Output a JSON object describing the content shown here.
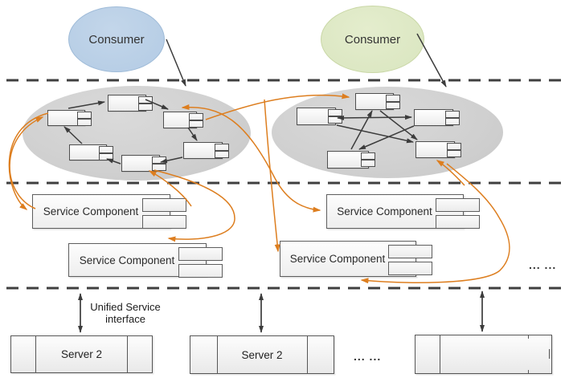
{
  "diagram": {
    "consumers": [
      {
        "label": "Consumer",
        "color": "#b3cbe4"
      },
      {
        "label": "Consumer",
        "color": "#d9e5bf"
      }
    ],
    "service_components": [
      {
        "label": "Service Component"
      },
      {
        "label": "Service Component"
      },
      {
        "label": "Service Component"
      },
      {
        "label": "Service Component"
      }
    ],
    "servers": [
      {
        "label": "Server 2"
      },
      {
        "label": "Server 2"
      },
      {
        "label": ""
      }
    ],
    "interface_label": {
      "line1": "Unified Service",
      "line2": "interface"
    },
    "ellipsis": {
      "right": "... ...",
      "bottom": "... ..."
    },
    "colors": {
      "flow_orange": "#dd7e1f",
      "arrow_black": "#3c3c3c",
      "layer_dash": "#3f3f3f",
      "cluster_gray": "#d0d0d0"
    }
  }
}
